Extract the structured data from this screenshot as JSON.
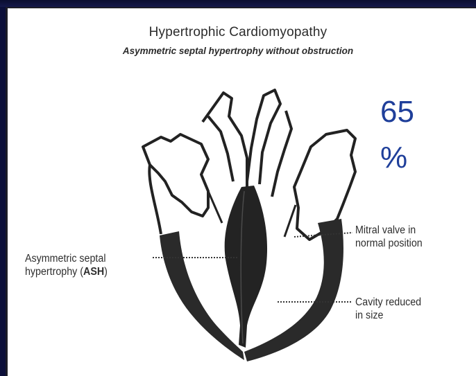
{
  "slide": {
    "title": "Hypertrophic Cardiomyopathy",
    "subtitle": "Asymmetric septal hypertrophy without obstruction",
    "stat_value": "65",
    "stat_unit": "%"
  },
  "labels": {
    "ash_line1": "Asymmetric septal",
    "ash_line2_prefix": "hypertrophy (",
    "ash_line2_bold": "ASH",
    "ash_line2_suffix": ")",
    "mitral_line1": "Mitral valve in",
    "mitral_line2": "normal position",
    "cavity_line1": "Cavity reduced",
    "cavity_line2": "in size"
  },
  "colors": {
    "background": "#0c0f3a",
    "stat_text": "#1f3f9a",
    "myocardium": "#2a2a2a"
  }
}
